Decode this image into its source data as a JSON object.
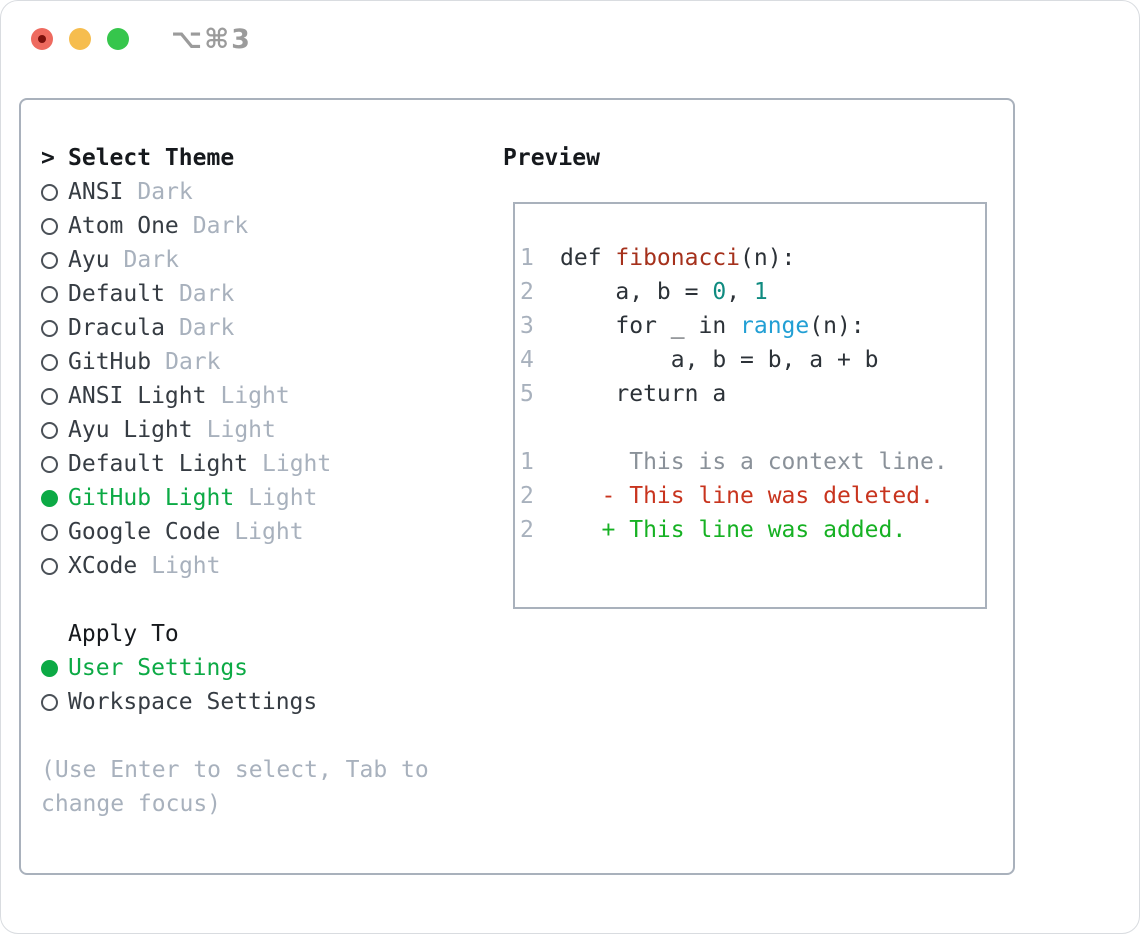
{
  "window": {
    "title": "⌥⌘3",
    "traffic_lights": [
      "close",
      "minimize",
      "zoom"
    ]
  },
  "colors": {
    "ink": "#16191d",
    "text": "#363c43",
    "code_text": "#2c3238",
    "muted": "#a8b1bd",
    "context_gray": "#8a9199",
    "border": "#a9b1bc",
    "ring": "#4b5158",
    "title_gray": "#9b9b9b",
    "selected_green": "#0caa45",
    "added_green": "#16b123",
    "deleted_red": "#c8341e",
    "function_red": "#a5311c",
    "number_teal": "#0f8b80",
    "builtin_blue": "#229fd4",
    "traffic_red": "#ee6a5f",
    "traffic_red_dot": "#7c100c",
    "traffic_yellow": "#f6bd4e",
    "traffic_green": "#36c64c"
  },
  "theme_panel": {
    "header": {
      "cursor": ">",
      "label": "Select Theme"
    },
    "themes": [
      {
        "name": "ANSI",
        "tag": "Dark",
        "selected": false
      },
      {
        "name": "Atom One",
        "tag": "Dark",
        "selected": false
      },
      {
        "name": "Ayu",
        "tag": "Dark",
        "selected": false
      },
      {
        "name": "Default",
        "tag": "Dark",
        "selected": false
      },
      {
        "name": "Dracula",
        "tag": "Dark",
        "selected": false
      },
      {
        "name": "GitHub",
        "tag": "Dark",
        "selected": false
      },
      {
        "name": "ANSI Light",
        "tag": "Light",
        "selected": false
      },
      {
        "name": "Ayu Light",
        "tag": "Light",
        "selected": false
      },
      {
        "name": "Default Light",
        "tag": "Light",
        "selected": false
      },
      {
        "name": "GitHub Light",
        "tag": "Light",
        "selected": true
      },
      {
        "name": "Google Code",
        "tag": "Light",
        "selected": false
      },
      {
        "name": "XCode",
        "tag": "Light",
        "selected": false
      }
    ],
    "apply_to": {
      "label": "Apply To",
      "options": [
        {
          "label": "User Settings",
          "selected": true
        },
        {
          "label": "Workspace Settings",
          "selected": false
        }
      ]
    },
    "hint": {
      "line1": "(Use Enter to select, Tab to",
      "line2": "change focus)"
    }
  },
  "preview": {
    "header": "Preview",
    "lines": [
      {
        "num": "1",
        "tokens": [
          {
            "t": "def ",
            "c": "plain"
          },
          {
            "t": "fibonacci",
            "c": "fn"
          },
          {
            "t": "(n):",
            "c": "plain"
          }
        ]
      },
      {
        "num": "2",
        "tokens": [
          {
            "t": "    a, b = ",
            "c": "plain"
          },
          {
            "t": "0",
            "c": "num"
          },
          {
            "t": ", ",
            "c": "plain"
          },
          {
            "t": "1",
            "c": "num"
          }
        ]
      },
      {
        "num": "3",
        "tokens": [
          {
            "t": "    for _ in ",
            "c": "plain"
          },
          {
            "t": "range",
            "c": "blt"
          },
          {
            "t": "(n):",
            "c": "plain"
          }
        ]
      },
      {
        "num": "4",
        "tokens": [
          {
            "t": "        a, b = b, a + b",
            "c": "plain"
          }
        ]
      },
      {
        "num": "5",
        "tokens": [
          {
            "t": "    return a",
            "c": "plain"
          }
        ]
      },
      {
        "num": "",
        "tokens": []
      },
      {
        "num": "1",
        "tokens": [
          {
            "t": "     This is a context line.",
            "c": "ctx"
          }
        ]
      },
      {
        "num": "2",
        "tokens": [
          {
            "t": "   - This line was deleted.",
            "c": "del"
          }
        ]
      },
      {
        "num": "2",
        "tokens": [
          {
            "t": "   + This line was added.",
            "c": "add"
          }
        ]
      }
    ]
  }
}
